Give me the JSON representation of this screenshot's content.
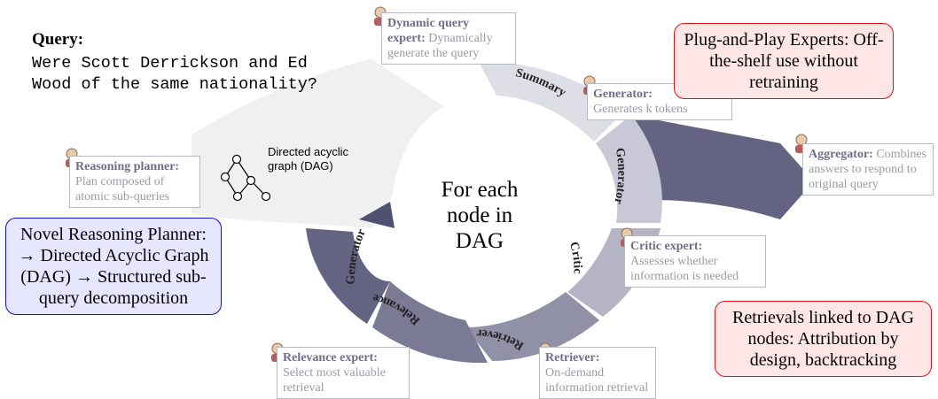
{
  "query": {
    "label": "Query:",
    "text": "Were Scott Derrickson and Ed\nWood of the same nationality?"
  },
  "dag_label": "Directed acyclic\ngraph (DAG)",
  "center_text": "For each\nnode in\nDAG",
  "cycle_segments": [
    "Summary",
    "Generator",
    "Critic",
    "Retriever",
    "Relevance",
    "Generator"
  ],
  "experts": {
    "dynamic_query": {
      "name": "Dynamic query expert:",
      "desc": "Dynamically generate the query"
    },
    "generator": {
      "name": "Generator:",
      "desc": "Generates k tokens"
    },
    "aggregator": {
      "name": "Aggregator:",
      "desc": "Combines answers to respond to original query"
    },
    "critic": {
      "name": "Critic expert:",
      "desc": "Assesses whether information is needed"
    },
    "retriever": {
      "name": "Retriever:",
      "desc": "On-demand information retrieval"
    },
    "relevance": {
      "name": "Relevance expert:",
      "desc": "Select most valuable retrieval"
    },
    "reasoning_planner": {
      "name": "Reasoning planner:",
      "desc": "Plan composed of atomic sub-queries"
    }
  },
  "callouts": {
    "plug_and_play": "Plug-and-Play Experts: Off-the-shelf use without retraining",
    "novel_planner": "Novel Reasoning Planner: → Directed Acyclic Graph (DAG) → Structured sub-query decomposition",
    "retrievals": "Retrievals linked to DAG nodes: Attribution by design, backtracking"
  },
  "colors": {
    "segment_light": "#dedee6",
    "segment_mid": "#b4b4c4",
    "segment_dark": "#646482",
    "callout_red_border": "#e01010",
    "callout_red_fill": "#ffe6e6",
    "callout_blue_border": "#1010cc",
    "callout_blue_fill": "#e6e6ff"
  }
}
